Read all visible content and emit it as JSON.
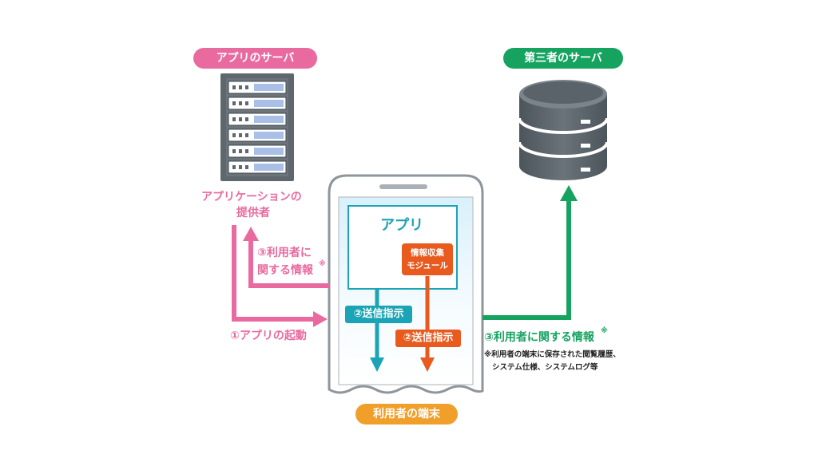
{
  "colors": {
    "pink": "#e96a9f",
    "green": "#16a35f",
    "teal": "#1ba4b5",
    "orange": "#e85a1e",
    "server_gray": "#5d666d",
    "badge_orange": "#f0a02a"
  },
  "icons": [
    "server-rack-icon",
    "database-icon",
    "smartphone-icon"
  ],
  "labels": {
    "app_server": "アプリのサーバ",
    "third_party_server": "第三者のサーバ",
    "provider_line1": "アプリケーションの",
    "provider_line2": "提供者",
    "info_return_line1": "③利用者に",
    "info_return_line2": "関する情報",
    "asterisk": "※",
    "app_launch": "①アプリの起動",
    "app": "アプリ",
    "module_line1": "情報収集",
    "module_line2": "モジュール",
    "send_teal": "②送信指示",
    "send_orange": "②送信指示",
    "third_info": "③利用者に関する情報",
    "note_line1": "※利用者の端末に保存された閲覧履歴、",
    "note_line2": "システム仕様、システムログ等",
    "device": "利用者の端末"
  }
}
